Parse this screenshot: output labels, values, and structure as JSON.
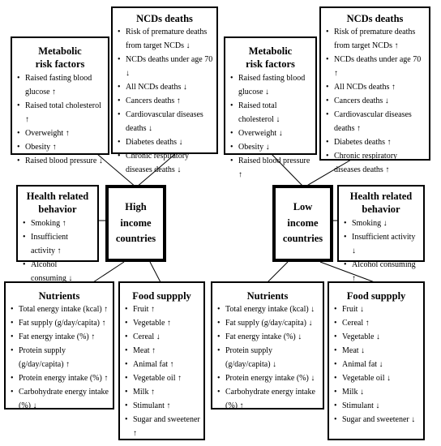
{
  "high": {
    "center": [
      "High",
      "income",
      "countries"
    ],
    "metabolic": {
      "title": [
        "Metabolic",
        "risk factors"
      ],
      "items": [
        "Raised fasting blood glucose ↑",
        "Raised total cholesterol ↑",
        "Overweight ↑",
        "Obesity ↑",
        "Raised blood pressure ↓"
      ]
    },
    "ncds": {
      "title": [
        "NCDs deaths"
      ],
      "items": [
        "Risk of premature deaths from target NCDs ↓",
        "NCDs deaths under age 70 ↓",
        "All NCDs deaths ↓",
        "Cancers deaths ↑",
        "Cardiovascular diseases deaths ↓",
        "Diabetes deaths ↓",
        "Chronic respiratory diseases deaths ↓"
      ]
    },
    "behavior": {
      "title": [
        "Health related",
        "behavior"
      ],
      "items": [
        "Smoking ↑",
        "Insufficient activity ↑",
        "Alcohol consuming ↓"
      ]
    },
    "nutrients": {
      "title": [
        "Nutrients"
      ],
      "items": [
        "Total energy intake (kcal) ↑",
        "Fat supply (g/day/capita) ↑",
        "Fat energy intake (%) ↑",
        "Protein supply (g/day/capita) ↑",
        "Protein energy intake (%) ↑",
        "Carbohydrate energy intake (%) ↓"
      ]
    },
    "food": {
      "title": [
        "Food suppply"
      ],
      "items": [
        "Fruit ↑",
        "Vegetable ↑",
        "Cereal ↓",
        "Meat ↑",
        "Animal fat ↑",
        "Vegetable oil ↑",
        "Milk ↑",
        "Stimulant ↑",
        "Sugar and sweetener ↑"
      ]
    }
  },
  "low": {
    "center": [
      "Low",
      "income",
      "countries"
    ],
    "metabolic": {
      "title": [
        "Metabolic",
        "risk factors"
      ],
      "items": [
        "Raised fasting blood glucose ↓",
        "Raised total cholesterol ↓",
        "Overweight ↓",
        "Obesity ↓",
        "Raised blood pressure ↑"
      ]
    },
    "ncds": {
      "title": [
        "NCDs deaths"
      ],
      "items": [
        "Risk of premature deaths from target NCDs ↑",
        "NCDs deaths under age 70 ↑",
        "All NCDs deaths ↑",
        "Cancers deaths ↓",
        "Cardiovascular diseases deaths ↑",
        "Diabetes deaths ↑",
        "Chronic respiratory diseases deaths ↑"
      ]
    },
    "behavior": {
      "title": [
        "Health related",
        "behavior"
      ],
      "items": [
        "Smoking ↓",
        "Insufficient activity ↓",
        "Alcohol consuming ↑"
      ]
    },
    "nutrients": {
      "title": [
        "Nutrients"
      ],
      "items": [
        "Total energy intake (kcal) ↓",
        "Fat supply (g/day/capita) ↓",
        "Fat energy intake (%) ↓",
        "Protein supply (g/day/capita) ↓",
        "Protein energy intake (%) ↓",
        "Carbohydrate energy intake (%) ↑"
      ]
    },
    "food": {
      "title": [
        "Food suppply"
      ],
      "items": [
        "Fruit ↓",
        "Cereal ↑",
        "Vegetable ↓",
        "Meat ↓",
        "Animal fat ↓",
        "Vegetable oil ↓",
        "Milk ↓",
        "Stimulant ↓",
        "Sugar and sweetener ↓"
      ]
    }
  }
}
